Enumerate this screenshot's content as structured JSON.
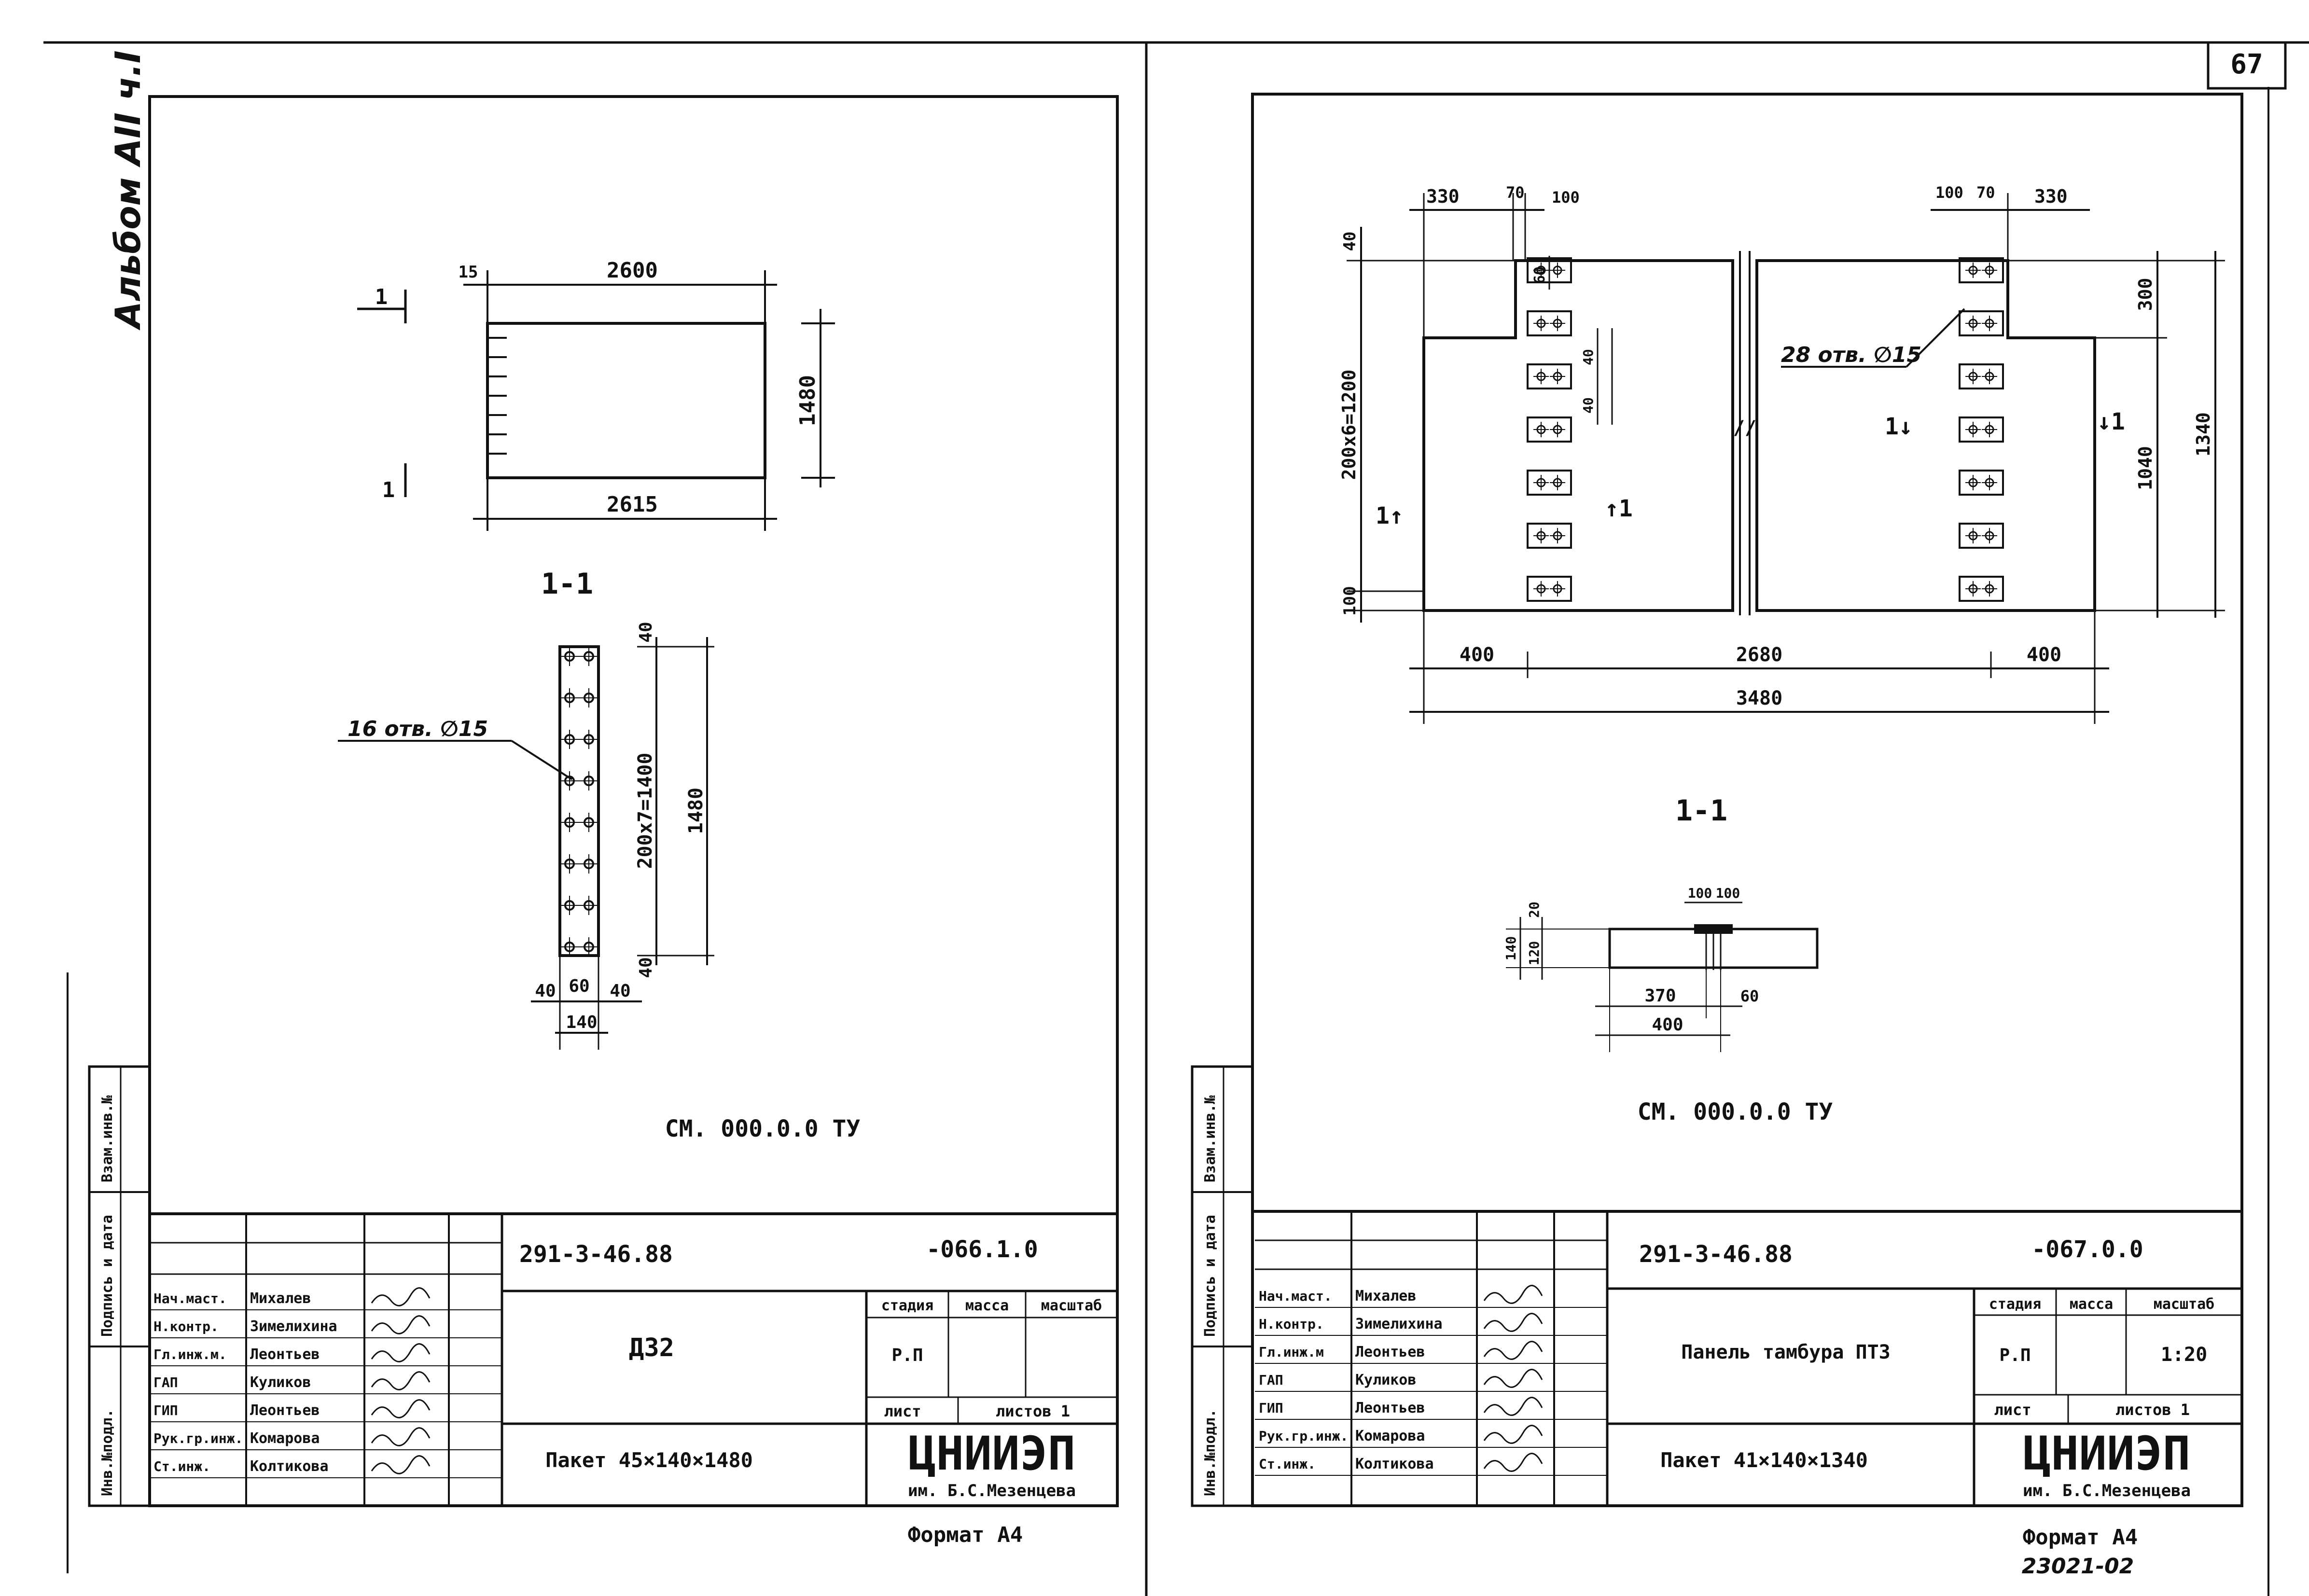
{
  "page_number": "67",
  "album": "Альбом АII ч.I",
  "bottom_code": "23021-02",
  "left_sheet": {
    "plan": {
      "dim_top": "2600",
      "dim_offset": "15",
      "dim_bottom": "2615",
      "dim_height": "1480",
      "section_mark": "1"
    },
    "section_title": "1-1",
    "holes_note": "16 отв. ∅15",
    "dims": {
      "top_edge": "40",
      "bottom_edge": "40",
      "spacing": "200x7=1400",
      "height": "1480",
      "w_left": "40",
      "w_mid": "60",
      "w_right": "40",
      "width": "140"
    },
    "reference": "СМ. 000.0.0 ТУ",
    "title_block": {
      "doc_code": "291-3-46.88",
      "sheet_code": "-066.1.0",
      "name": "ДЗ2",
      "product": "Пакет 45×140×1480",
      "stage_header": "стадия",
      "mass_header": "масса",
      "scale_header": "масштаб",
      "stage": "Р.П",
      "scale": "",
      "sheet_label": "лист",
      "sheets_label": "листов 1",
      "org": "ЦНИИЭП",
      "org_sub": "им. Б.С.Мезенцева",
      "format": "Формат А4",
      "roles": [
        "Нач.маст.",
        "Н.контр.",
        "Гл.инж.м.",
        "ГАП",
        "ГИП",
        "Рук.гр.инж.",
        "Ст.инж."
      ],
      "names": [
        "Михалев",
        "Зимелихина",
        "Леонтьев",
        "Куликов",
        "Леонтьев",
        "Комарова",
        "Колтикова"
      ]
    },
    "side_labels": [
      "Инв.№подл.",
      "Подпись и дата",
      "Взам.инв.№"
    ]
  },
  "right_sheet": {
    "dims_top_left": [
      "330",
      "70",
      "100"
    ],
    "dims_top_right": [
      "100",
      "70",
      "330"
    ],
    "left_side": {
      "top": "40",
      "plate": "60",
      "gap_a": "40",
      "gap_b": "40",
      "spacing": "200x6=1200",
      "bottom": "100"
    },
    "right_side": {
      "upper": "300",
      "height": "1040",
      "total": "1340"
    },
    "holes_note": "28 отв. ∅15",
    "dims_bottom": [
      "400",
      "2680",
      "400"
    ],
    "dim_total": "3480",
    "section_title": "1-1",
    "section_dims": {
      "top_a": "100",
      "top_b": "100",
      "h_total": "140",
      "h_upper": "20",
      "h_lower": "120",
      "w_a": "370",
      "w_b": "60",
      "w_total": "400"
    },
    "reference": "СМ. 000.0.0 ТУ",
    "title_block": {
      "doc_code": "291-3-46.88",
      "sheet_code": "-067.0.0",
      "name": "Панель тамбура ПТЗ",
      "product": "Пакет 41×140×1340",
      "stage_header": "стадия",
      "mass_header": "масса",
      "scale_header": "масштаб",
      "stage": "Р.П",
      "scale": "1:20",
      "sheet_label": "лист",
      "sheets_label": "листов 1",
      "org": "ЦНИИЭП",
      "org_sub": "им. Б.С.Мезенцева",
      "format": "Формат А4",
      "roles": [
        "Нач.маст.",
        "Н.контр.",
        "Гл.инж.м",
        "ГАП",
        "ГИП",
        "Рук.гр.инж.",
        "Ст.инж."
      ],
      "names": [
        "Михалев",
        "Зимелихина",
        "Леонтьев",
        "Куликов",
        "Леонтьев",
        "Комарова",
        "Колтикова"
      ]
    },
    "side_labels": [
      "Инв.№подл.",
      "Подпись и дата",
      "Взам.инв.№"
    ]
  }
}
